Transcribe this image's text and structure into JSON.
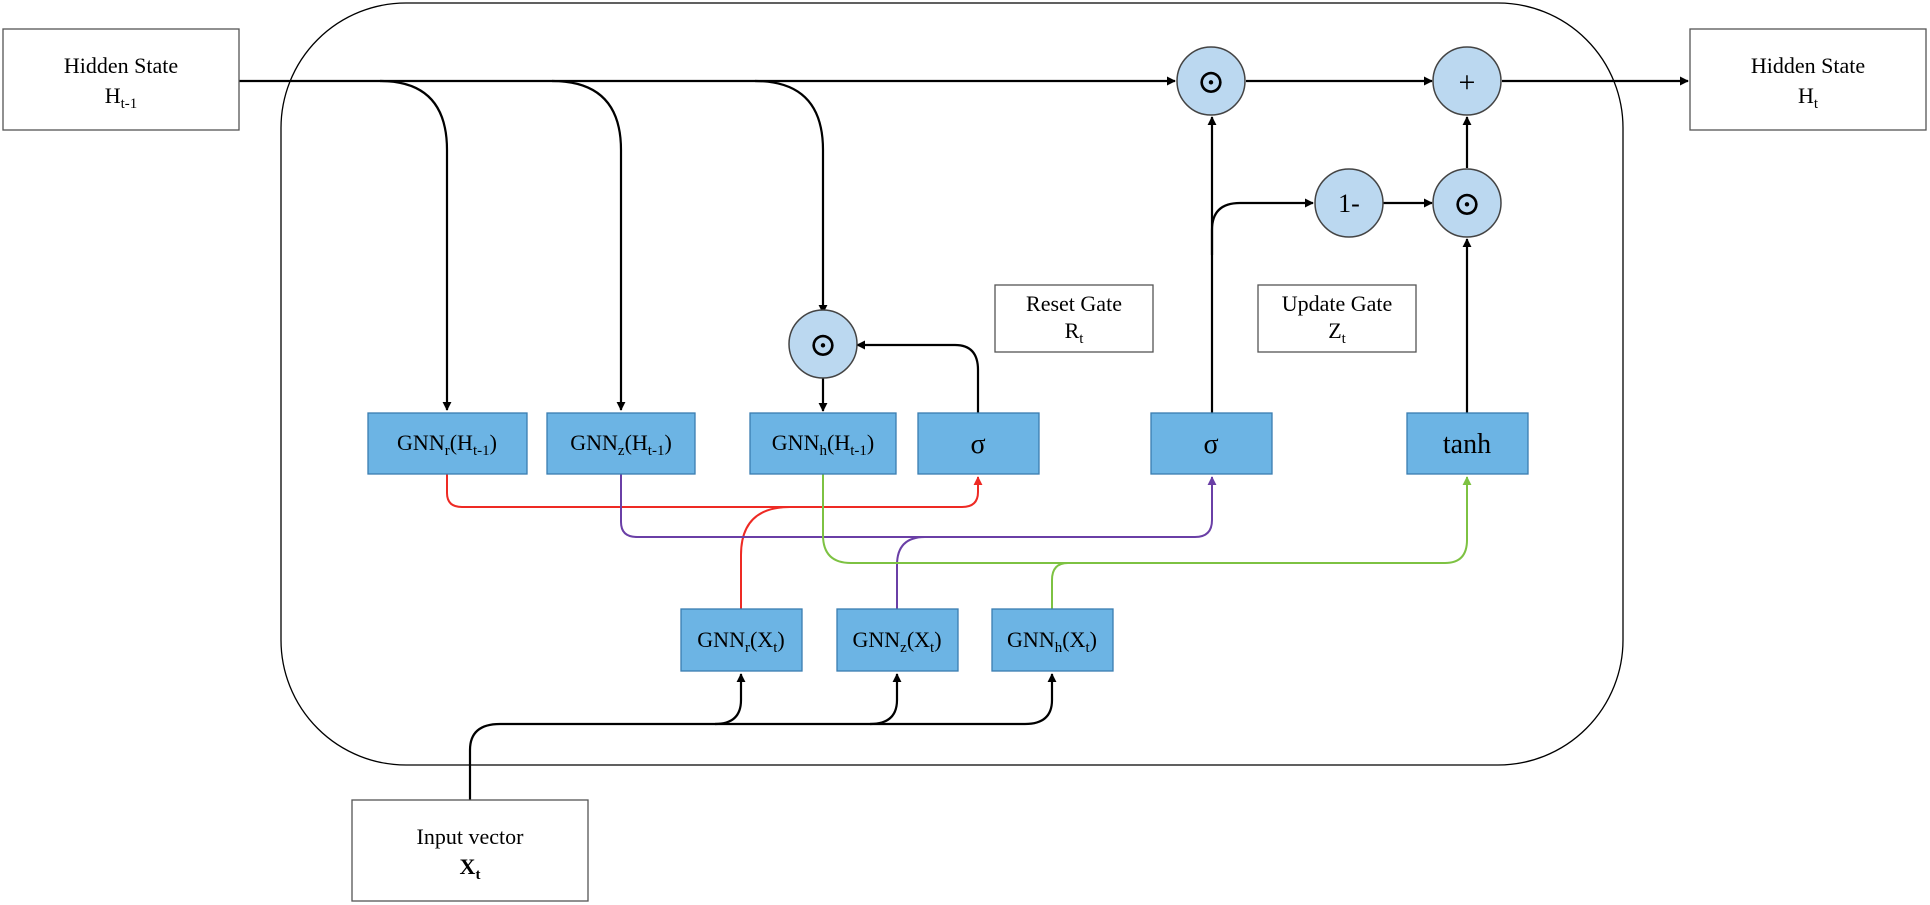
{
  "colors": {
    "block_fill": "#6CB4E4",
    "op_fill": "#BBD8F0",
    "reset_path": "#EE2A24",
    "update_path": "#6A3FA6",
    "candidate_path": "#7DC242",
    "arrow": "#000000"
  },
  "io": {
    "h_prev": {
      "line1": "Hidden State",
      "main": "H",
      "sub": "t-1"
    },
    "h_out": {
      "line1": "Hidden State",
      "main": "H",
      "sub": "t"
    },
    "input": {
      "line1": "Input vector",
      "main": "X",
      "sub": "t"
    }
  },
  "gates": {
    "reset": {
      "line1": "Reset Gate",
      "main": "R",
      "sub": "t"
    },
    "update": {
      "line1": "Update Gate",
      "main": "Z",
      "sub": "t"
    }
  },
  "blocks": {
    "gnn_r_h": {
      "pre": "GNN",
      "sub": "r",
      "post": "(H",
      "sub2": "t-1",
      "end": ")"
    },
    "gnn_z_h": {
      "pre": "GNN",
      "sub": "z",
      "post": "(H",
      "sub2": "t-1",
      "end": ")"
    },
    "gnn_h_h": {
      "pre": "GNN",
      "sub": "h",
      "post": "(H",
      "sub2": "t-1",
      "end": ")"
    },
    "gnn_r_x": {
      "pre": "GNN",
      "sub": "r",
      "post": "(X",
      "sub2": "t",
      "end": ")"
    },
    "gnn_z_x": {
      "pre": "GNN",
      "sub": "z",
      "post": "(X",
      "sub2": "t",
      "end": ")"
    },
    "gnn_h_x": {
      "pre": "GNN",
      "sub": "h",
      "post": "(X",
      "sub2": "t",
      "end": ")"
    },
    "sigma_reset": "σ",
    "sigma_update": "σ",
    "tanh": "tanh"
  },
  "ops": {
    "hadamard_top": "⊙",
    "plus": "+",
    "one_minus": "1-",
    "hadamard_right": "⊙",
    "hadamard_mid": "⊙"
  }
}
